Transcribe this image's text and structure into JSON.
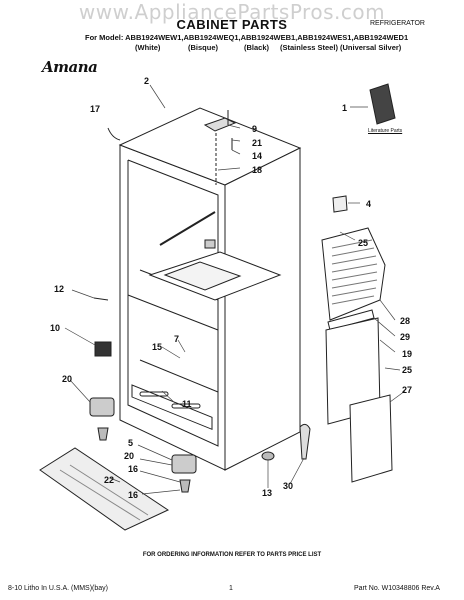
{
  "watermark": "www.AppliancePartsPros.com",
  "header": {
    "title": "CABINET PARTS",
    "appliance": "REFRIGERATOR",
    "model_line": "For Model: ABB1924WEW1,ABB1924WEQ1,ABB1924WEB1,ABB1924WES1,ABB1924WED1",
    "finishes": [
      "(White)",
      "(Bisque)",
      "(Black)",
      "(Stainless Steel)",
      "(Universal Silver)"
    ]
  },
  "brand": "Amana",
  "literature_label": "Literature Parts",
  "callouts": {
    "c1": "1",
    "c2": "2",
    "c17": "17",
    "c9": "9",
    "c21": "21",
    "c14": "14",
    "c18": "18",
    "c4": "4",
    "c25a": "25",
    "c12": "12",
    "c28": "28",
    "c29": "29",
    "c10": "10",
    "c7": "7",
    "c15": "15",
    "c19": "19",
    "c25b": "25",
    "c20a": "20",
    "c27": "27",
    "c11": "11",
    "c5": "5",
    "c20b": "20",
    "c16a": "16",
    "c22": "22",
    "c13": "13",
    "c30": "30",
    "c16b": "16"
  },
  "footer": {
    "note": "FOR ORDERING INFORMATION REFER TO PARTS PRICE LIST",
    "left": "8-10 Litho In U.S.A. (MMS)(bay)",
    "page": "1",
    "part_no": "Part No. W10348806 Rev.A"
  }
}
